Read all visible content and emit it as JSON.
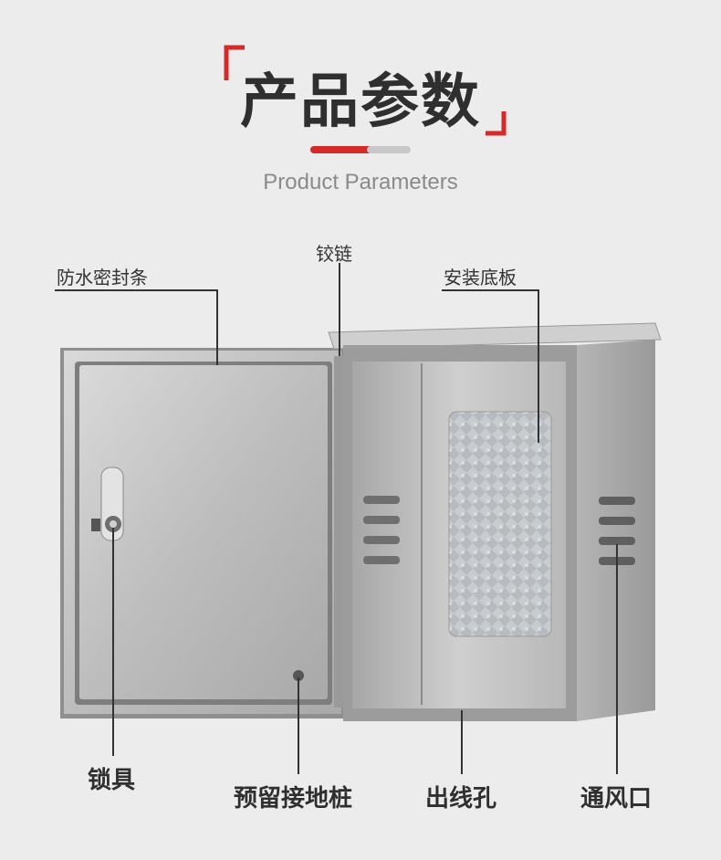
{
  "header": {
    "title": "产品参数",
    "subtitle": "Product Parameters"
  },
  "callouts": {
    "seal_strip": "防水密封条",
    "hinge": "铰链",
    "mounting_plate": "安装底板",
    "lock": "锁具",
    "ground_stud": "预留接地桩",
    "cable_hole": "出线孔",
    "vent": "通风口"
  },
  "colors": {
    "accent_red": "#d42a2a",
    "text_dark": "#2f2f2f",
    "text_subtitle": "#8a8a8a",
    "background": "#ececec"
  }
}
